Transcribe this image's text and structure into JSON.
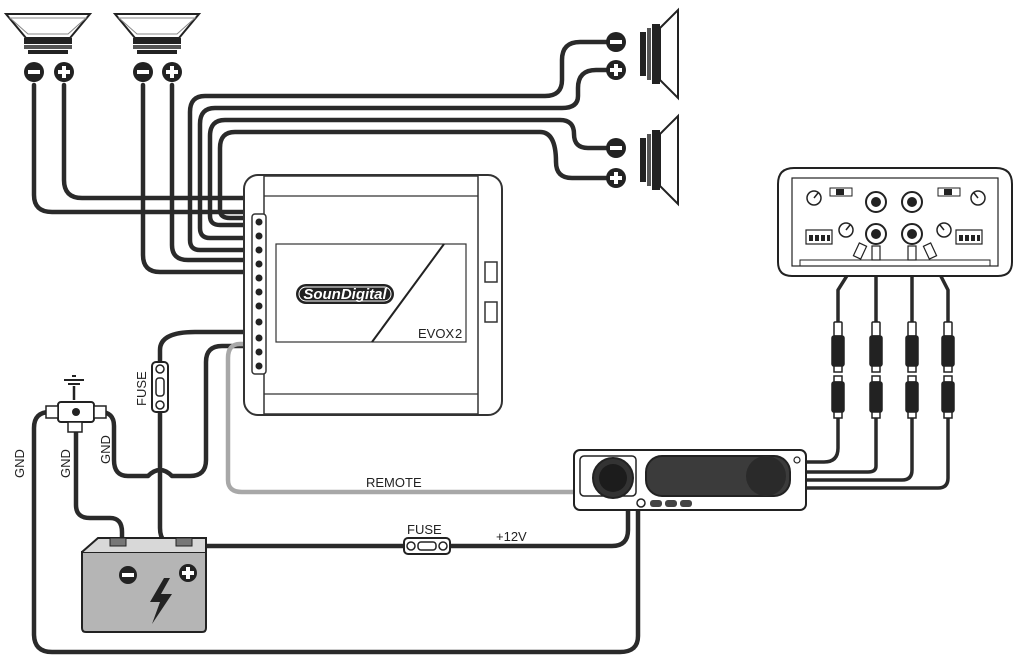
{
  "amplifier": {
    "brand": "SounDigital",
    "model": "EVOX",
    "model_suffix": "2"
  },
  "labels": {
    "fuse_top": "FUSE",
    "fuse_bottom": "FUSE",
    "remote": "REMOTE",
    "power": "+12V",
    "gnd_1": "GND",
    "gnd_2": "GND",
    "gnd_3": "GND"
  },
  "terminals": {
    "minus": "−",
    "plus": "+"
  },
  "colors": {
    "wire": "#2a2a2a",
    "remote_wire": "#a8a8a8",
    "body": "#ffffff",
    "body_dark": "#6a6a6a",
    "battery": "#b5b5b5"
  }
}
